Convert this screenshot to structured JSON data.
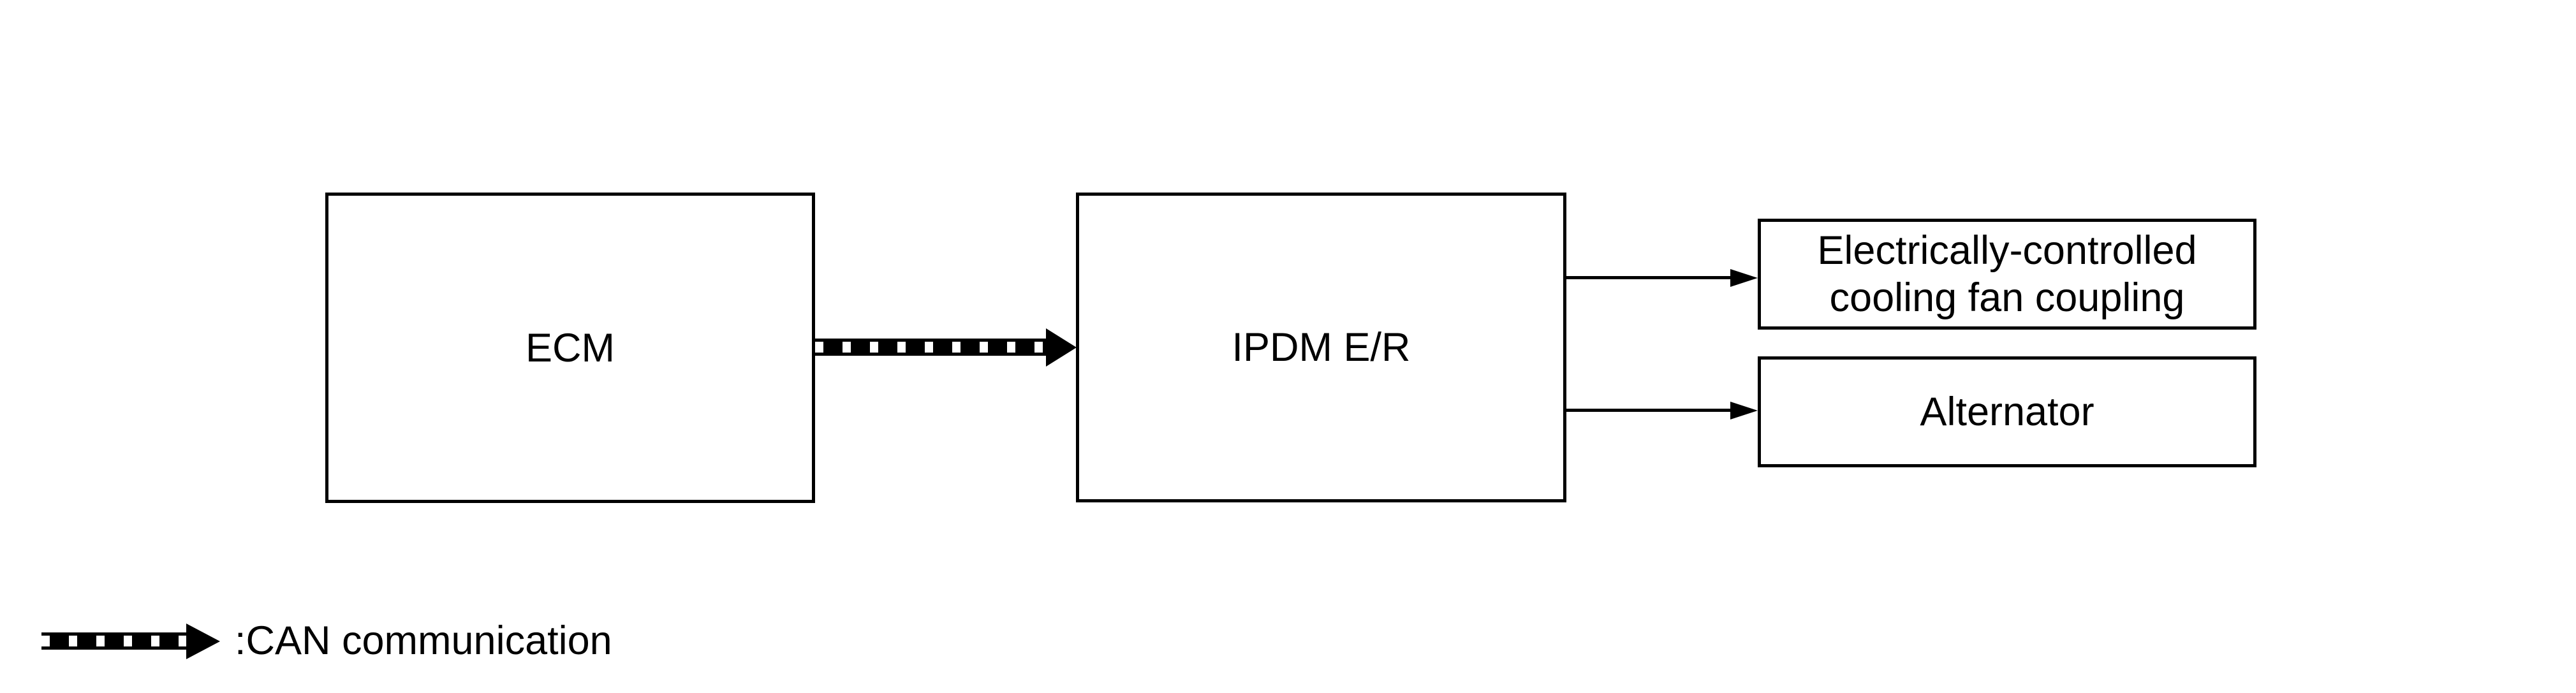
{
  "diagram": {
    "nodes": {
      "ecm": {
        "label": "ECM"
      },
      "ipdm": {
        "label": "IPDM E/R"
      },
      "fan": {
        "label": "Electrically-controlled\ncooling fan coupling"
      },
      "alternator": {
        "label": "Alternator"
      }
    },
    "arrows": {
      "ecm_to_ipdm": {
        "type": "can-communication",
        "style": "checkered"
      },
      "ipdm_to_fan": {
        "type": "plain",
        "style": "solid"
      },
      "ipdm_to_alternator": {
        "type": "plain",
        "style": "solid"
      }
    },
    "legend": {
      "label": ":CAN communication"
    },
    "colors": {
      "ink": "#000000",
      "background": "#ffffff"
    }
  }
}
